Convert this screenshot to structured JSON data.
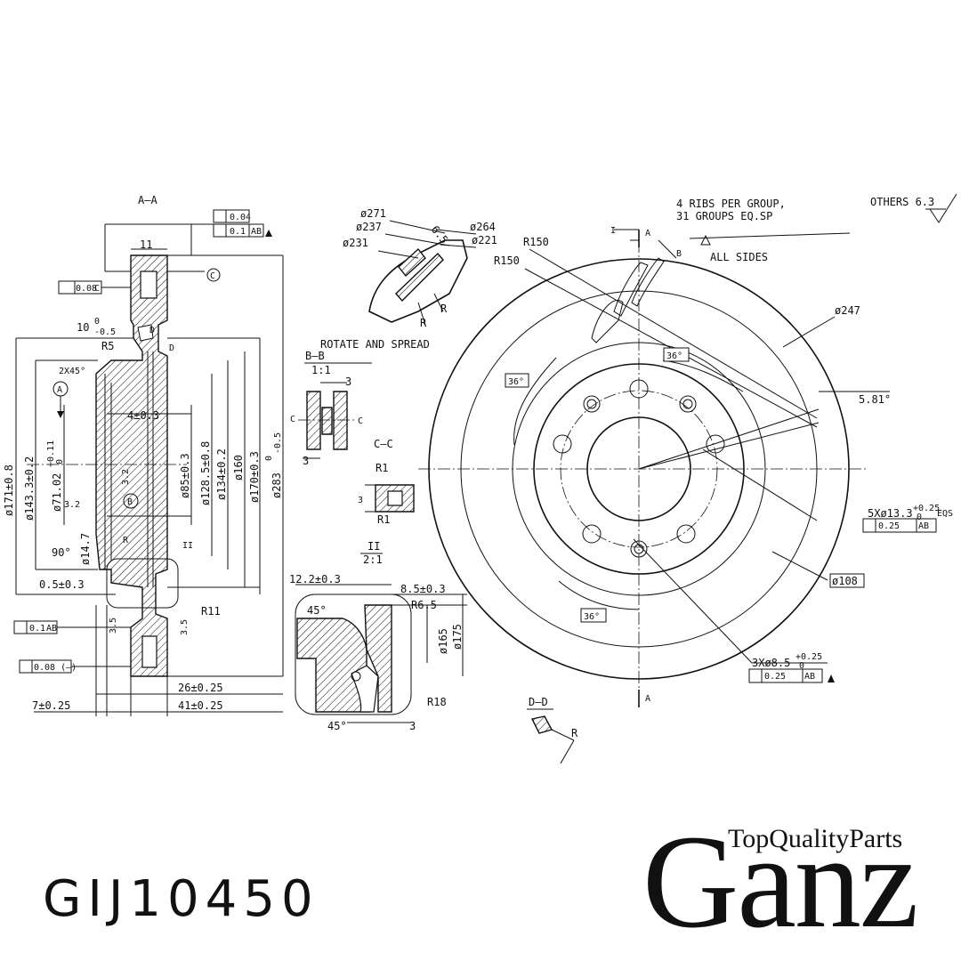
{
  "drawing": {
    "section_labels": {
      "aa": "A–A",
      "bb": "B–B",
      "bb_scale": "1:1",
      "cc": "C–C",
      "dd": "D–D",
      "ii": "II",
      "ii_scale": "2:1",
      "cut_a_top": "A",
      "cut_a_bottom": "A",
      "cut_i": "I",
      "cut_b": "B",
      "cut_c_left": "C",
      "cut_c_right": "C",
      "detail_i": "II"
    },
    "notes": {
      "ribs": "4 RIBS PER GROUP,",
      "ribs_line2": "31 GROUPS EQ.SP",
      "all_sides": "ALL SIDES",
      "others": "OTHERS 6.3",
      "rotate": "ROTATE AND SPREAD",
      "chamfer": "2X45°"
    },
    "datums": [
      "A",
      "B",
      "C"
    ],
    "tolerances": {
      "flat_004": "0.04",
      "runout_01": "0.1",
      "ab": "AB",
      "parallel_008": "0.08",
      "parallel_c": "C",
      "runout_ab_left": "0.1",
      "flat_008_left": "0.08 (–)",
      "pos_025": "0.25",
      "pos_025_b": "0.25"
    },
    "dims": {
      "d11": "11",
      "d10": "10",
      "d10_tol": "0",
      "d10_tol2": "-0.5",
      "r5": "R5",
      "d_mark": "D",
      "d_mark2": "D",
      "d4": "4±0.3",
      "d171": "ø171±0.8",
      "d143": "ø143.3±0.2",
      "d71": "ø71.02",
      "d71_tol": "+0.11",
      "d71_tol2": "0",
      "d85": "ø85±0.3",
      "d1285": "ø128.5±0.8",
      "d134": "ø134±0.2",
      "d160": "ø160",
      "d170": "ø170±0.3",
      "d283": "ø283",
      "d283_tol": "0",
      "d283_tol2": "-0.5",
      "d32a": "3.2",
      "d32b": "3.2",
      "d90": "90°",
      "d147": "ø14.7",
      "r_small": "R",
      "d05": "0.5±0.3",
      "r11": "R11",
      "d35a": "3.5",
      "d35b": "3.5",
      "d26": "26±0.25",
      "d7": "7±0.25",
      "d41": "41±0.25",
      "d271": "ø271",
      "d237": "ø237",
      "d231": "ø231",
      "d65": "6.5",
      "d264": "ø264",
      "d221": "ø221",
      "r_a": "R",
      "r_b": "R",
      "r150a": "R150",
      "r150b": "R150",
      "d247": "ø247",
      "d36a": "36°",
      "d36b": "36°",
      "d36c": "36°",
      "d581": "5.81°",
      "holes5": "5Xø13.3",
      "holes5_tol": "+0.25",
      "holes5_tol2": "0",
      "eqs": "EQS",
      "d108": "ø108",
      "holes3": "3Xø8.5",
      "holes3_tol": "+0.25",
      "holes3_tol2": "0",
      "bb3a": "3",
      "bb3b": "3",
      "r1a": "R1",
      "r1b": "R1",
      "cc3": "3",
      "d122": "12.2±0.3",
      "d85b": "8.5±0.3",
      "d45a": "45°",
      "r65": "R6.5",
      "d165": "ø165",
      "d175": "ø175",
      "r18": "R18",
      "d45b": "45°",
      "d3": "3",
      "r_dd": "R"
    }
  },
  "part_number": "GIJ10450",
  "brand": {
    "name": "Ganz",
    "tagline": "TopQualityParts"
  }
}
